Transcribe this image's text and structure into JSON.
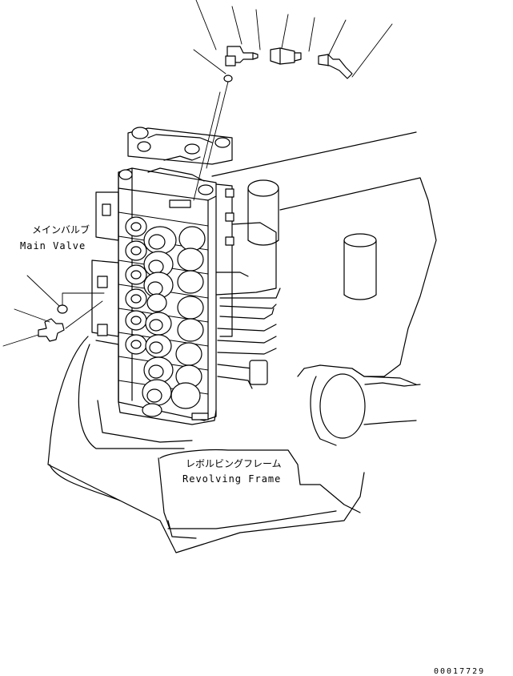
{
  "labels": {
    "main_valve_jp": "メインバルブ",
    "main_valve_en": "Main Valve",
    "revolving_frame_jp": "レボルビングフレーム",
    "revolving_frame_en": "Revolving Frame"
  },
  "figure_code": "00017729",
  "colors": {
    "line": "#000000",
    "background": "#ffffff"
  }
}
